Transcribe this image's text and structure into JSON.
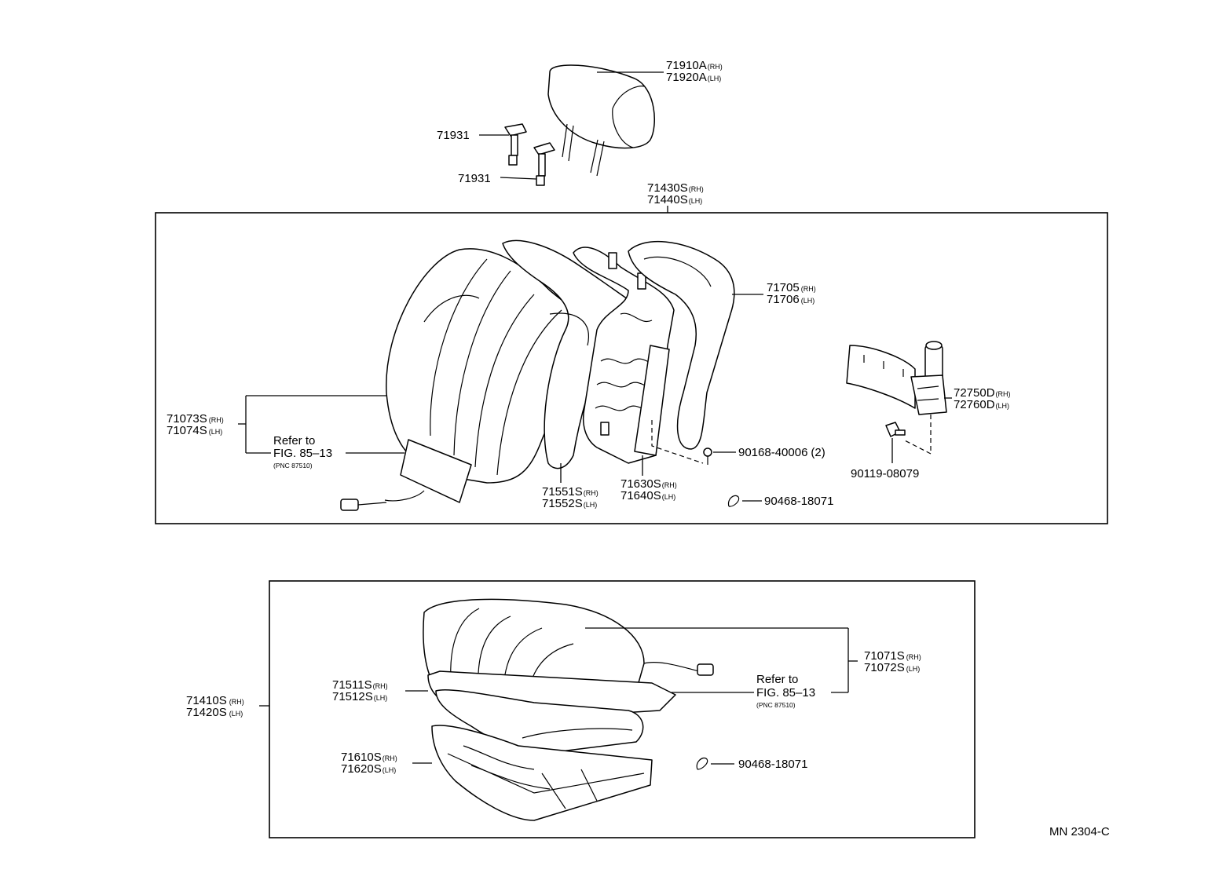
{
  "diagram": {
    "code": "MN 2304-C",
    "rh": "(RH)",
    "lh": "(LH)",
    "headrest": {
      "rh_part": "71910A",
      "lh_part": "71920A"
    },
    "headrest_support_top": "71931",
    "headrest_support_bottom": "71931",
    "seatback_assembly": {
      "rh_part": "71430S",
      "lh_part": "71440S"
    },
    "seatback_cover": {
      "rh_part": "71073S",
      "lh_part": "71074S",
      "refer_line1": "Refer to",
      "refer_line2": "FIG. 85–13",
      "refer_pnc": "(PNC 87510)"
    },
    "seatback_pad": {
      "rh_part": "71551S",
      "lh_part": "71552S"
    },
    "seatback_frame": {
      "rh_part": "71630S",
      "lh_part": "71640S"
    },
    "seatback_side_cover": {
      "rh_part": "71705",
      "lh_part": "71706"
    },
    "recliner": {
      "rh_part": "72750D",
      "lh_part": "72760D"
    },
    "screw": {
      "part": "90168-40006",
      "qty": "(2)"
    },
    "bolt": {
      "part": "90119-08079"
    },
    "hog_ring_back": {
      "part": "90468-18071"
    },
    "cushion_assembly": {
      "rh_part": "71410S",
      "lh_part": "71420S"
    },
    "cushion_cover": {
      "rh_part": "71071S",
      "lh_part": "71072S",
      "refer_line1": "Refer to",
      "refer_line2": "FIG. 85–13",
      "refer_pnc": "(PNC 87510)"
    },
    "cushion_pad": {
      "rh_part": "71511S",
      "lh_part": "71512S"
    },
    "cushion_frame": {
      "rh_part": "71610S",
      "lh_part": "71620S"
    },
    "hog_ring_cushion": {
      "part": "90468-18071"
    }
  }
}
